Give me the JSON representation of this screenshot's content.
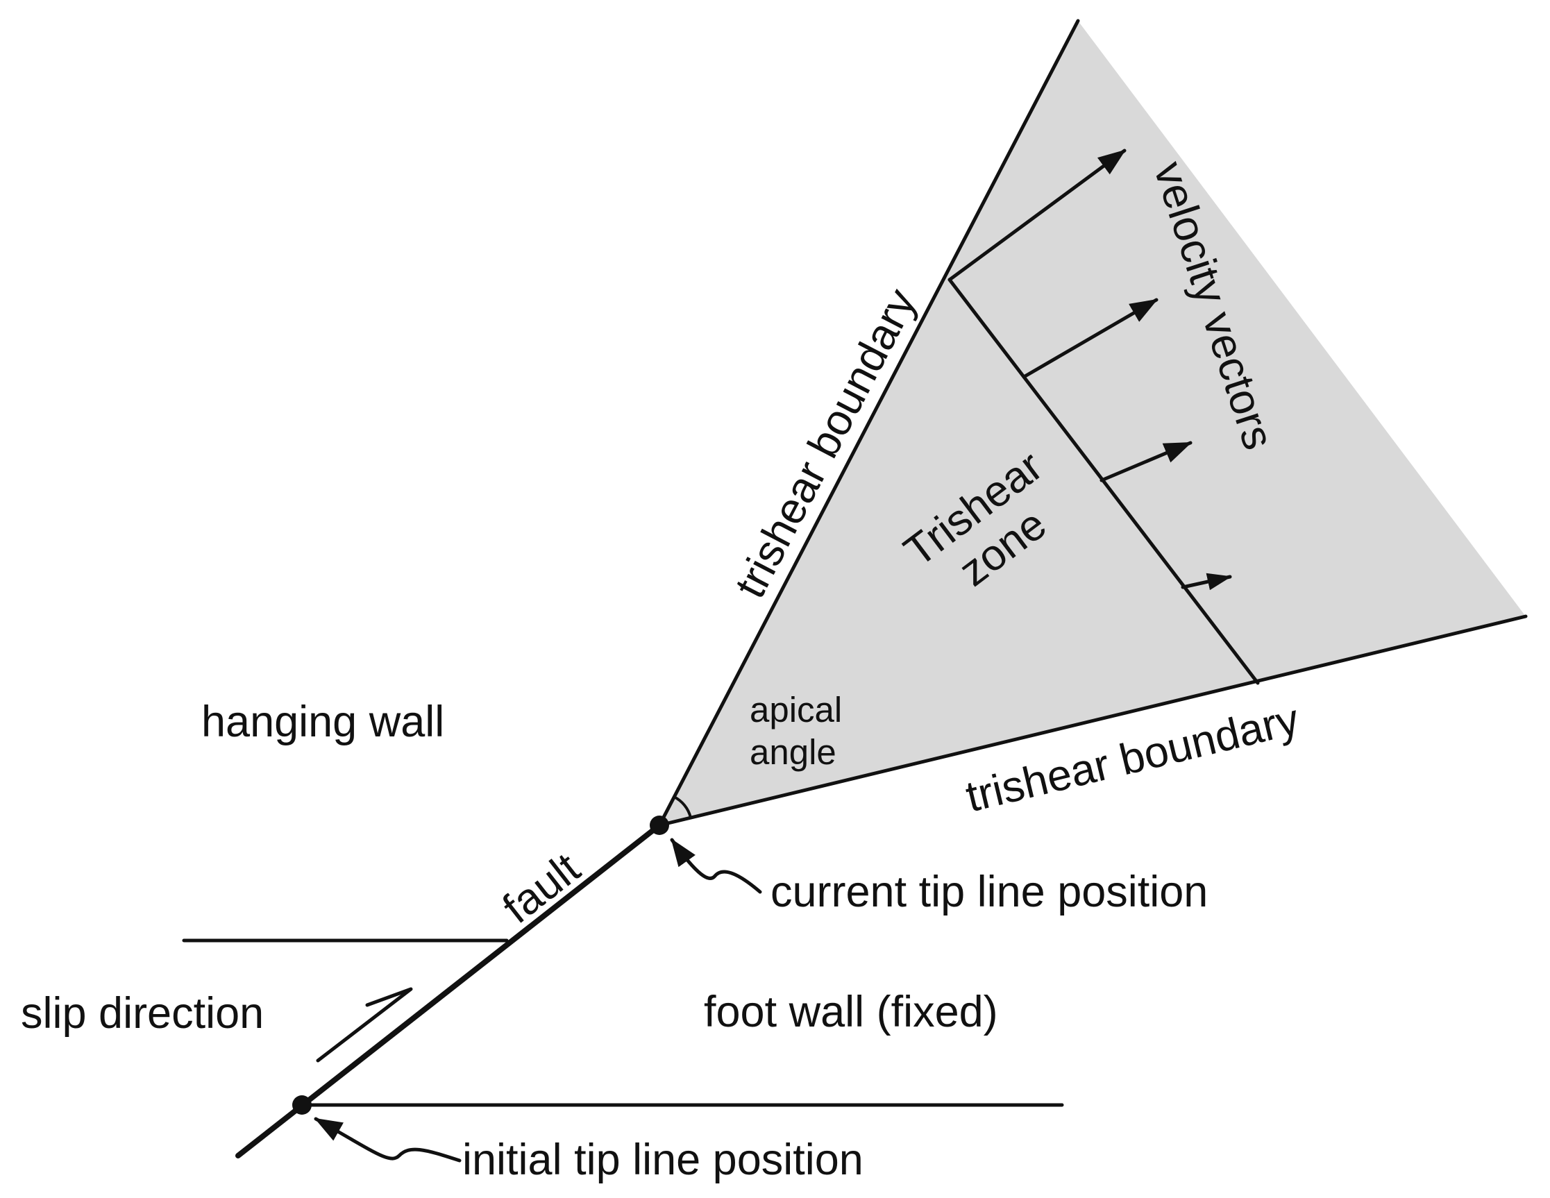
{
  "labels": {
    "hanging_wall": "hanging wall",
    "foot_wall": "foot wall (fixed)",
    "slip_direction": "slip direction",
    "fault": "fault",
    "initial_tip": "initial tip line position",
    "current_tip": "current tip line position",
    "apical_angle_line1": "apical",
    "apical_angle_line2": "angle",
    "trishear_zone_line1": "Trishear",
    "trishear_zone_line2": "zone",
    "trishear_boundary_upper": "trishear boundary",
    "trishear_boundary_lower": "trishear boundary",
    "velocity_vectors": "velocity vectors"
  },
  "colors": {
    "zone_fill": "#d9d9d9",
    "ink": "#111111",
    "background": "#ffffff"
  }
}
